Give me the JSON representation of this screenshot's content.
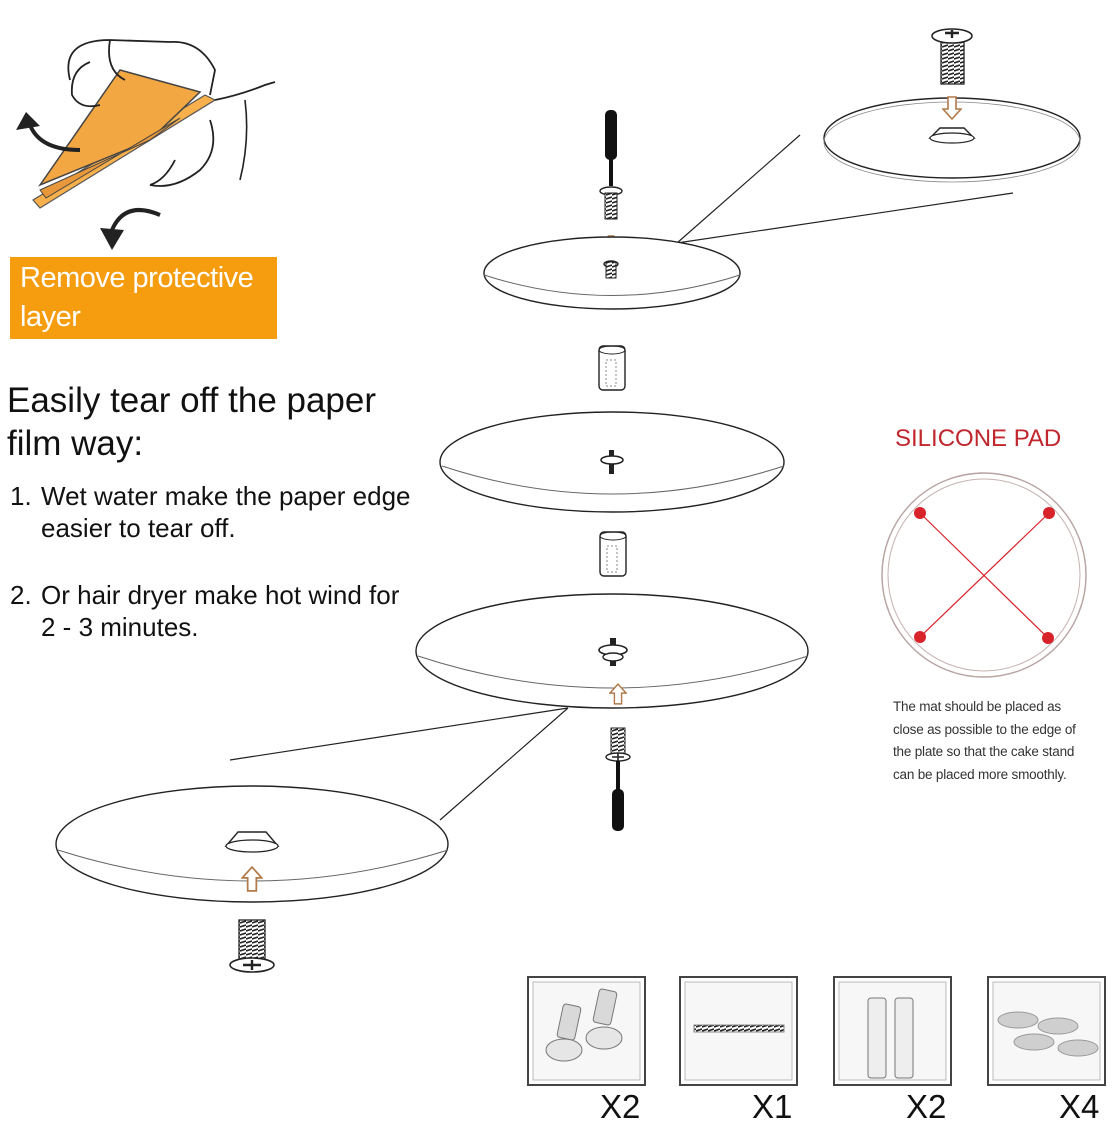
{
  "protective_label": "Remove protective layer",
  "heading": "Easily tear off the paper film way:",
  "steps": [
    {
      "num": "1.",
      "text": "Wet water make the paper edge easier to tear off."
    },
    {
      "num": "2.",
      "text": "Or hair dryer make hot wind for 2 - 3 minutes."
    }
  ],
  "silicone_pad": {
    "title": "SILICONE PAD",
    "note": "The mat should be placed as close as possible to the edge of the plate so that the cake stand can be placed more smoothly.",
    "dot_color": "#d8232a"
  },
  "parts": [
    {
      "icon": "screws-icon",
      "qty": "X2"
    },
    {
      "icon": "rod-icon",
      "qty": "X1"
    },
    {
      "icon": "tubes-icon",
      "qty": "X2"
    },
    {
      "icon": "pads-icon",
      "qty": "X4"
    }
  ],
  "colors": {
    "accent": "#f59c0f",
    "pad_title": "#c0262d"
  }
}
